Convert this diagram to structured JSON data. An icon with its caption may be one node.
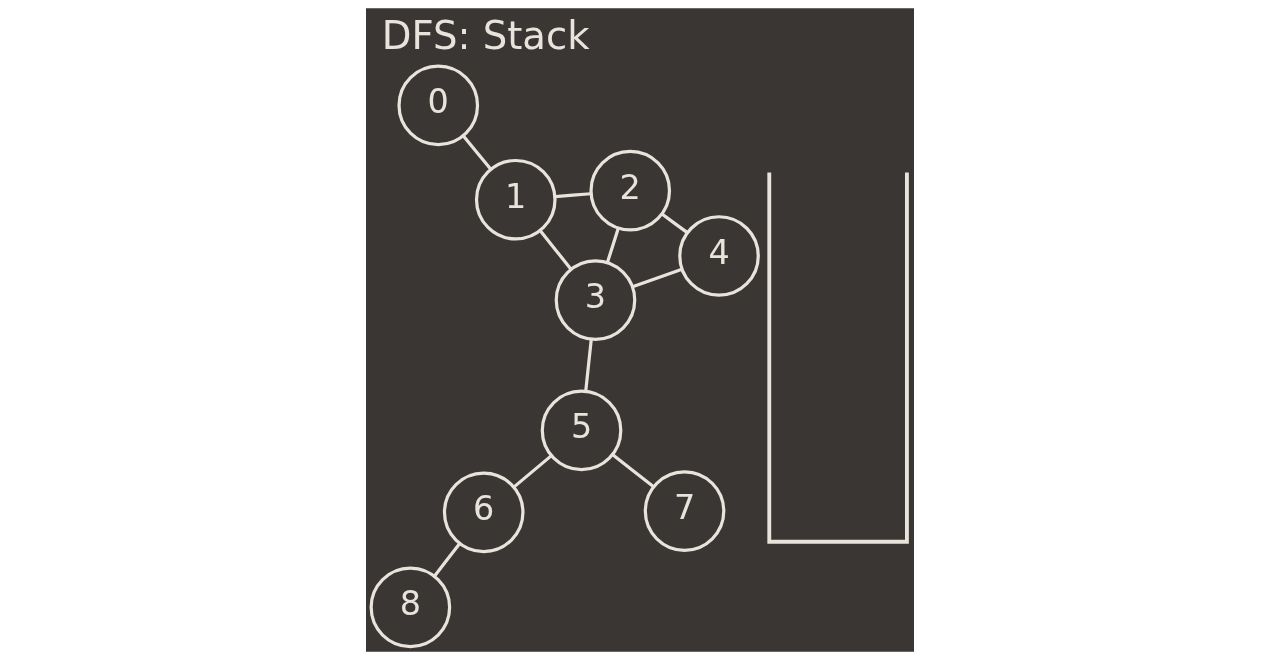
{
  "diagram": {
    "title": "DFS: Stack",
    "nodes": [
      {
        "text": [
          "0"
        ]
      },
      {
        "text": [
          "1"
        ]
      },
      {
        "text": [
          "2"
        ]
      },
      {
        "text": [
          "3"
        ]
      },
      {
        "text": [
          "4"
        ]
      },
      {
        "text": [
          "5"
        ]
      },
      {
        "text": [
          "6"
        ]
      },
      {
        "text": [
          "7"
        ]
      },
      {
        "text": [
          "8"
        ]
      },
      {
        "text": [],
        "shape": "box"
      }
    ],
    "edges": [
      {
        "from": 0,
        "to": 1,
        "arrow": "none"
      },
      {
        "from": 1,
        "to": 3,
        "arrow": "none"
      },
      {
        "from": 1,
        "to": 2,
        "arrow": "none"
      },
      {
        "from": 2,
        "to": 3,
        "arrow": "none"
      },
      {
        "from": 3,
        "to": 4,
        "arrow": "none"
      },
      {
        "from": 2,
        "to": 4,
        "arrow": "none"
      },
      {
        "from": 3,
        "to": 5,
        "arrow": "none"
      },
      {
        "from": 5,
        "to": 7,
        "arrow": "none"
      },
      {
        "from": 5,
        "to": 6,
        "arrow": "none"
      },
      {
        "from": 6,
        "to": 8,
        "arrow": "none"
      }
    ]
  }
}
